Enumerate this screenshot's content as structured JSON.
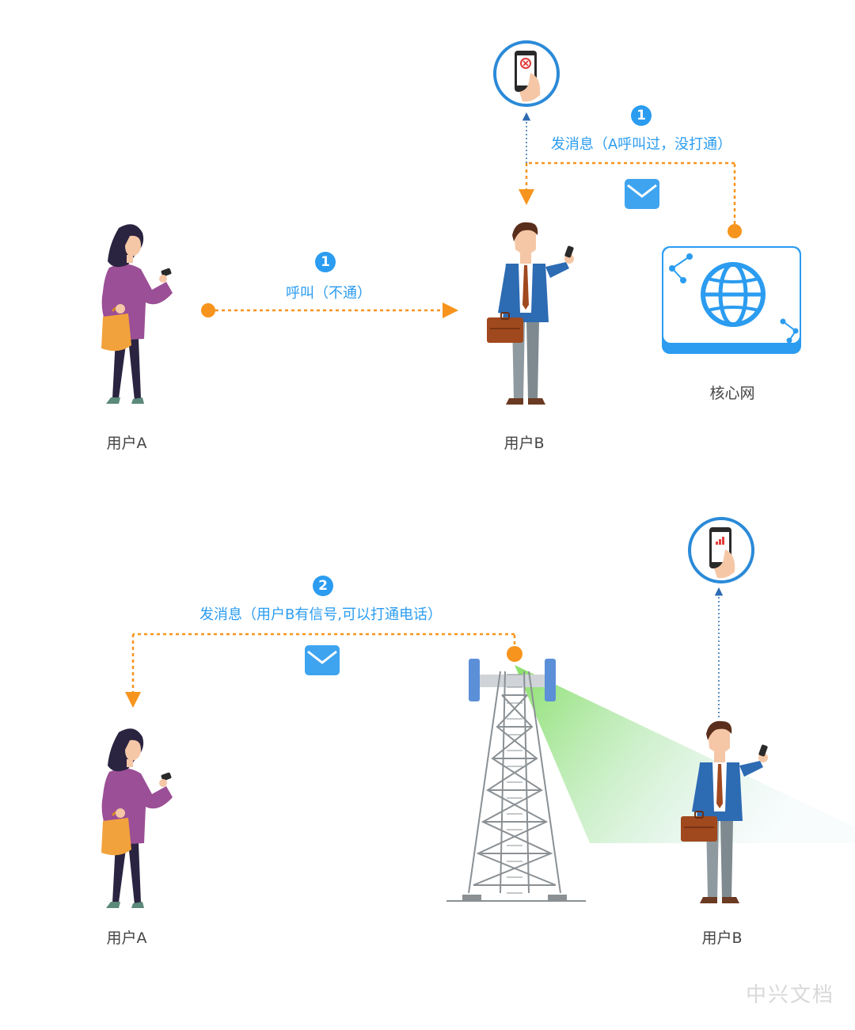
{
  "top": {
    "user_a_label": "用户A",
    "user_b_label": "用户B",
    "core_label": "核心网",
    "call_step": "1",
    "call_text": "呼叫（不通）",
    "msg_step": "1",
    "msg_text": "发消息（A呼叫过，没打通）"
  },
  "bottom": {
    "user_a_label": "用户A",
    "user_b_label": "用户B",
    "msg_step": "2",
    "msg_text": "发消息（用户B有信号,可以打通电话）"
  },
  "watermark": "中兴文档",
  "colors": {
    "accent_blue": "#2b9cf0",
    "arrow_orange": "#f7941d",
    "text_gray": "#444444",
    "signal_green": "#7ddc5a"
  }
}
